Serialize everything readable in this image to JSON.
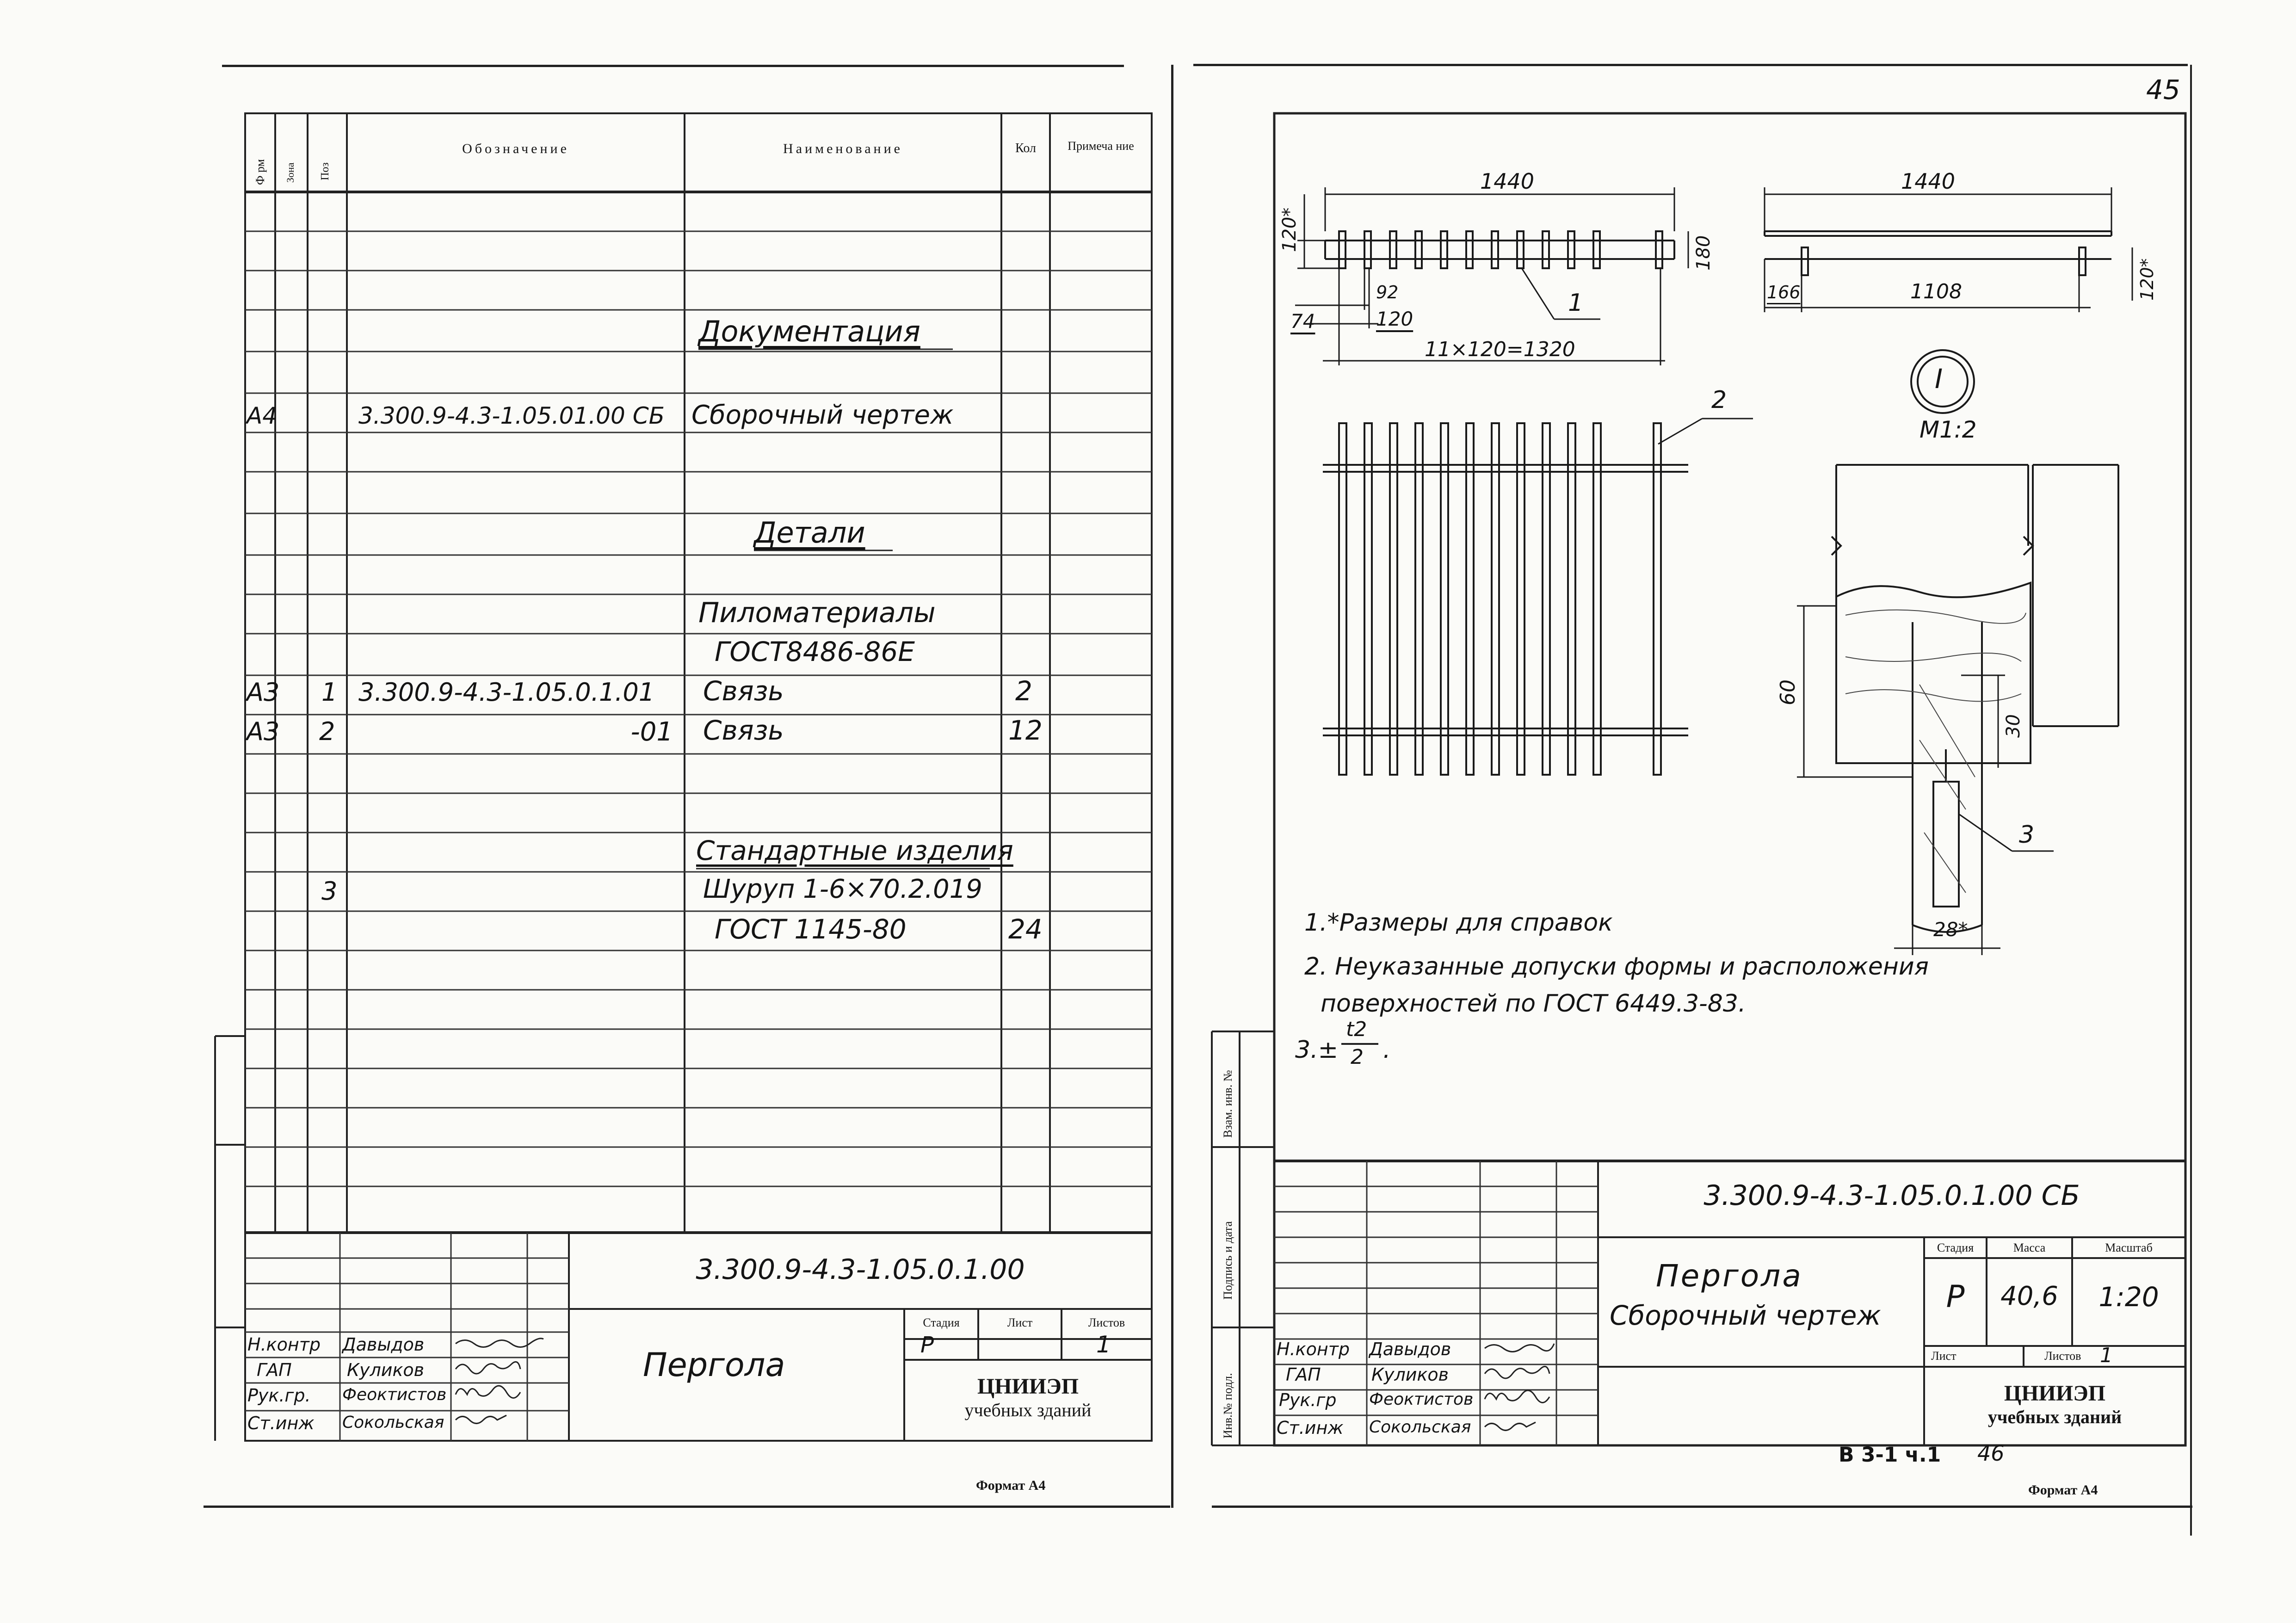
{
  "page_number": "45",
  "spec": {
    "headers": {
      "format": "Ф рм",
      "zone": "Зона",
      "pos": "Поз",
      "designation": "Обозначение",
      "name": "Наименование",
      "qty": "Кол",
      "note": "Примеча ние"
    },
    "rows": [
      {
        "format": "",
        "pos": "",
        "designation": "",
        "name": "Документация",
        "qty": ""
      },
      {
        "format": "А4",
        "pos": "",
        "designation": "3.300.9-4.3-1.05.01.00 СБ",
        "name": "Сборочный чертеж",
        "qty": ""
      },
      {
        "format": "",
        "pos": "",
        "designation": "",
        "name": "Детали",
        "qty": ""
      },
      {
        "format": "",
        "pos": "",
        "designation": "",
        "name": "Пиломатериалы",
        "qty": ""
      },
      {
        "format": "",
        "pos": "",
        "designation": "",
        "name": "ГОСТ8486-86Е",
        "qty": ""
      },
      {
        "format": "А3",
        "pos": "1",
        "designation": "3.300.9-4.3-1.05.0.1.01",
        "name": "Связь",
        "qty": "2"
      },
      {
        "format": "А3",
        "pos": "2",
        "designation": "-01",
        "name": "Связь",
        "qty": "12"
      },
      {
        "format": "",
        "pos": "",
        "designation": "",
        "name": "Стандартные изделия",
        "qty": ""
      },
      {
        "format": "",
        "pos": "3",
        "designation": "",
        "name": "Шуруп 1-6×70.2.019",
        "qty": ""
      },
      {
        "format": "",
        "pos": "",
        "designation": "",
        "name": "ГОСТ 1145-80",
        "qty": "24"
      }
    ],
    "title_block": {
      "doc_code": "3.300.9-4.3-1.05.0.1.00",
      "title": "Пергола",
      "stage_label": "Стадия",
      "sheet_label": "Лист",
      "sheets_label": "Листов",
      "stage": "Р",
      "sheets": "1",
      "org_line1": "ЦНИИЭП",
      "org_line2": "учебных зданий",
      "format": "Формат А4",
      "signatures": [
        {
          "role": "Н.контр",
          "name": "Давыдов"
        },
        {
          "role": "ГАП",
          "name": "Куликов"
        },
        {
          "role": "Рук.гр.",
          "name": "Феоктистов"
        },
        {
          "role": "Ст.инж",
          "name": "Сокольская"
        }
      ]
    }
  },
  "drawing": {
    "dims": {
      "total_len_left": "1440",
      "total_len_right": "1440",
      "h120": "120*",
      "h180": "180",
      "d92": "92",
      "d120": "120",
      "d74": "74",
      "spacing": "11×120=1320",
      "d166": "166",
      "d1108": "1108",
      "h120r": "120*",
      "d60": "60",
      "d30": "30",
      "d28": "28*"
    },
    "callouts": {
      "c1": "1",
      "c2": "2",
      "c3": "3"
    },
    "detail_mark": "I",
    "detail_scale": "М1:2",
    "notes": {
      "n1": "1.*Размеры для справок",
      "n2a": "2. Неуказанные допуски формы и расположения",
      "n2b": "поверхностей по ГОСТ 6449.3-83.",
      "n3_prefix": "3.±",
      "n3_num": "t2",
      "n3_den": "2",
      "n3_suffix": "."
    },
    "side_labels": {
      "l1": "Взам. инв. №",
      "l2": "Подпись и дата",
      "l3": "Инв.№ подл."
    },
    "title_block": {
      "doc_code": "3.300.9-4.3-1.05.0.1.00 СБ",
      "title1": "Пергола",
      "title2": "Сборочный чертеж",
      "stage_label": "Стадия",
      "mass_label": "Масса",
      "scale_label": "Масштаб",
      "stage": "Р",
      "mass": "40,6",
      "scale": "1:20",
      "sheet_label": "Лист",
      "sheets_label": "Листов",
      "sheets": "1",
      "org_line1": "ЦНИИЭП",
      "org_line2": "учебных зданий",
      "format": "Формат А4",
      "signatures": [
        {
          "role": "Н.контр",
          "name": "Давыдов"
        },
        {
          "role": "ГАП",
          "name": "Куликов"
        },
        {
          "role": "Рук.гр",
          "name": "Феоктистов"
        },
        {
          "role": "Ст.инж",
          "name": "Сокольская"
        }
      ]
    },
    "footer_ref": "В 3-1 ч.1",
    "footer_page": "46"
  }
}
